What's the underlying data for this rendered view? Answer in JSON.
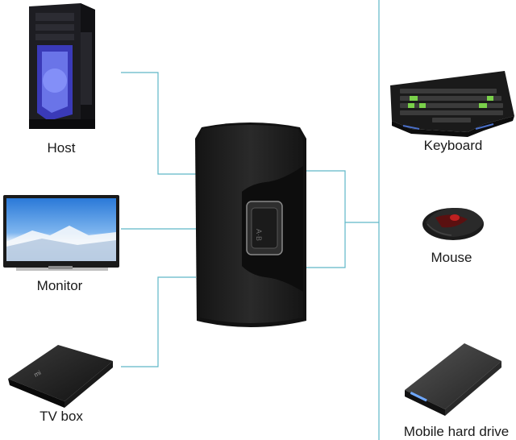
{
  "colors": {
    "line": "#5fb8c8",
    "switch_body": "#1c1c1c",
    "switch_shadow": "#0e0e0e"
  },
  "devices_left": [
    {
      "label": "Host",
      "icon": "pc-tower-icon"
    },
    {
      "label": "Monitor",
      "icon": "monitor-icon"
    },
    {
      "label": "TV box",
      "icon": "tv-box-icon"
    }
  ],
  "devices_right": [
    {
      "label": "Keyboard",
      "icon": "keyboard-icon"
    },
    {
      "label": "Mouse",
      "icon": "mouse-icon"
    },
    {
      "label": "Mobile hard drive",
      "icon": "hard-drive-icon"
    }
  ],
  "switch": {
    "icon": "usb-switch-icon",
    "button_icon": "switch-button-icon"
  }
}
